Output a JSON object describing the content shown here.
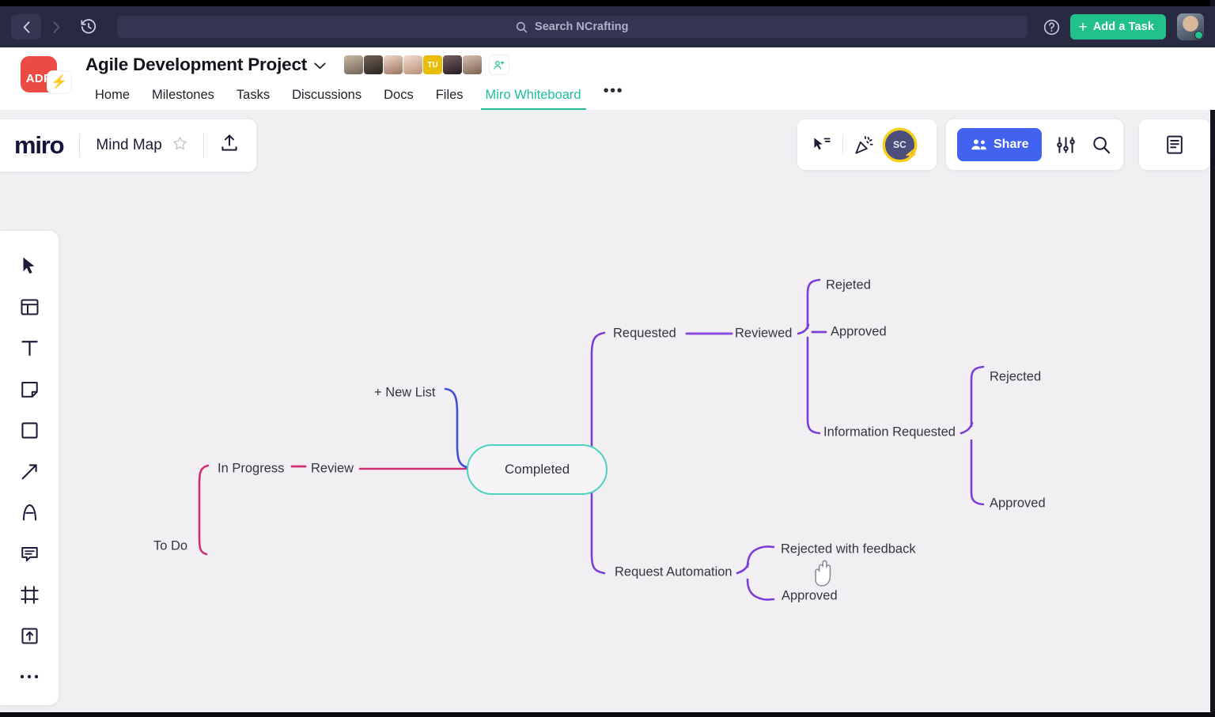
{
  "topbar": {
    "back_icon": "chevron-left-icon",
    "forward_icon": "chevron-right-icon",
    "history_icon": "history-clock-icon",
    "search_placeholder": "Search NCrafting",
    "search_icon": "search-icon",
    "help_icon": "help-circle-icon",
    "add_task_label": "Add a Task",
    "add_task_plus": "+",
    "add_task_color": "#22c08a",
    "user_avatar": "user-avatar"
  },
  "project": {
    "icon_label": "ADP",
    "icon_color": "#eb4b42",
    "bolt_icon": "lightning-bolt-icon",
    "title": "Agile Development Project",
    "chevron": "▼",
    "members": [
      {
        "initials": "",
        "name": "member-1"
      },
      {
        "initials": "",
        "name": "member-2"
      },
      {
        "initials": "",
        "name": "member-3"
      },
      {
        "initials": "",
        "name": "member-4"
      },
      {
        "initials": "TU",
        "name": "member-5"
      },
      {
        "initials": "",
        "name": "member-6"
      },
      {
        "initials": "",
        "name": "member-7"
      }
    ],
    "add_member_icon": "add-person-icon",
    "tabs": [
      {
        "label": "Home",
        "active": false
      },
      {
        "label": "Milestones",
        "active": false
      },
      {
        "label": "Tasks",
        "active": false
      },
      {
        "label": "Discussions",
        "active": false
      },
      {
        "label": "Docs",
        "active": false
      },
      {
        "label": "Files",
        "active": false
      },
      {
        "label": "Miro Whiteboard",
        "active": true
      }
    ],
    "tabs_more": "•••",
    "active_tab_color": "#1ec09a"
  },
  "miro": {
    "logo": "miro",
    "board_name": "Mind Map",
    "star_icon": "star-outline-icon",
    "upload_icon": "upload-icon",
    "cursor_icon": "cursor-select-icon",
    "celebrate_icon": "party-popper-icon",
    "collab_initials": "SC",
    "collab_bolt": "lightning-bolt-icon",
    "share_label": "Share",
    "share_icon": "people-icon",
    "share_color": "#4262f0",
    "settings_icon": "sliders-icon",
    "search_icon": "search-icon",
    "notes_icon": "document-notes-icon"
  },
  "toolbar": {
    "items": [
      {
        "name": "select-tool",
        "icon": "cursor-arrow-icon"
      },
      {
        "name": "templates-tool",
        "icon": "template-layout-icon"
      },
      {
        "name": "text-tool",
        "icon": "text-t-icon"
      },
      {
        "name": "sticky-note-tool",
        "icon": "sticky-note-icon"
      },
      {
        "name": "shapes-tool",
        "icon": "square-icon"
      },
      {
        "name": "connector-tool",
        "icon": "arrow-diagonal-icon"
      },
      {
        "name": "pen-tool",
        "icon": "pen-compass-icon"
      },
      {
        "name": "comment-tool",
        "icon": "comment-bubble-icon"
      },
      {
        "name": "frame-tool",
        "icon": "frame-icon"
      },
      {
        "name": "upload-tool",
        "icon": "upload-box-icon"
      },
      {
        "name": "more-tools",
        "icon": "ellipsis-icon"
      }
    ]
  },
  "mindmap": {
    "branch_colors": {
      "pink": "#d12f74",
      "blue": "#3f4fd6",
      "teal": "#49d3be",
      "purple": "#7b3fd4"
    },
    "center": {
      "label": "Completed"
    },
    "nodes": [
      {
        "id": "to-do",
        "label": "To Do"
      },
      {
        "id": "in-progress",
        "label": "In Progress"
      },
      {
        "id": "review",
        "label": "Review"
      },
      {
        "id": "new-list",
        "label": "+ New List"
      },
      {
        "id": "requested",
        "label": "Requested"
      },
      {
        "id": "reviewed",
        "label": "Reviewed"
      },
      {
        "id": "rejeted",
        "label": "Rejeted"
      },
      {
        "id": "approved-1",
        "label": "Approved"
      },
      {
        "id": "information-requested",
        "label": "Information Requested"
      },
      {
        "id": "rejected-2",
        "label": "Rejected"
      },
      {
        "id": "approved-2",
        "label": "Approved"
      },
      {
        "id": "request-automation",
        "label": "Request Automation"
      },
      {
        "id": "rejected-with-feedback",
        "label": "Rejected with feedback"
      },
      {
        "id": "approved-3",
        "label": "Approved"
      }
    ],
    "pointer": "grab-hand-cursor"
  }
}
